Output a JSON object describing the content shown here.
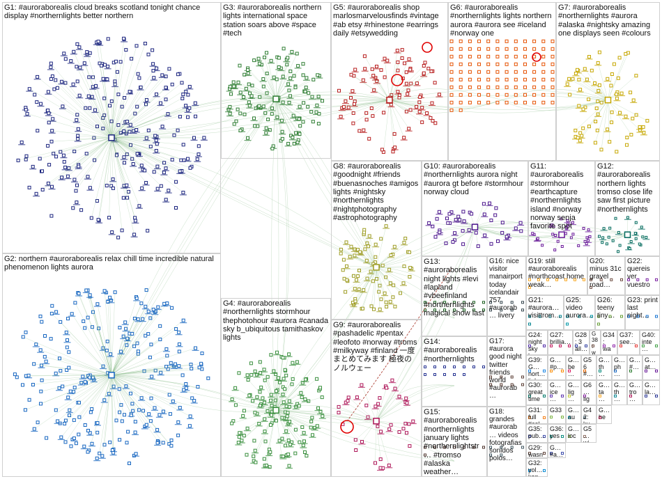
{
  "colors": {
    "edge": "#8fbf8f",
    "border": "#cfcfcf",
    "label": "#111111",
    "highlight": "#e00000"
  },
  "groups": [
    {
      "id": "G1",
      "label": "G1: #aurorab​orealis cloud breaks scotland tonight chance display #northernlights better northern",
      "color": "#1a237e",
      "density": 260,
      "shape": "ellipse"
    },
    {
      "id": "G2",
      "label": "G2: northern #auroraborealis relax chill time incredible natural phenomenon lights aurora",
      "color": "#1565c0",
      "density": 240,
      "shape": "radial"
    },
    {
      "id": "G3",
      "label": "G3: #auroraborealis northern lights international space station soars above #space #tech",
      "color": "#2e7d32",
      "density": 130,
      "shape": "ellipse"
    },
    {
      "id": "G4",
      "label": "G4: #auroraborealis #northernlights stormhour thephotohour #aurora #canada sky b_ubiquitous tamithaskov lights",
      "color": "#388e3c",
      "density": 150,
      "shape": "ellipse"
    },
    {
      "id": "G5",
      "label": "G5: #auroraborealis shop marlosmarvelousfinds #vintage #ab etsy #rhinestone #earrings daily #etsywedding",
      "color": "#b71c1c",
      "density": 90,
      "shape": "ellipse"
    },
    {
      "id": "G6",
      "label": "G6: #auroraborealis #northernlights lights northern aurora #aurora see #iceland #norway one",
      "color": "#e65100",
      "density": 110,
      "shape": "grid"
    },
    {
      "id": "G7",
      "label": "G7: #auroraborealis #northernlights #aurora #alaska #nightsky amazing one displays seen #colours",
      "color": "#c6a700",
      "density": 70,
      "shape": "ellipse"
    },
    {
      "id": "G8",
      "label": "G8: #auroraborealis #goodnight #friends #buenasnoches #amigos lights #nightsky #northernlights #nightphotography #astrophotography",
      "color": "#9e9d24",
      "density": 80,
      "shape": "ellipse"
    },
    {
      "id": "G9",
      "label": "G9: #auroraborealis #pashadelic #pentax #leofoto #norway #troms #milkyway #finland 一度まとめてみます 極夜のノルウェー",
      "color": "#ad1457",
      "density": 40,
      "shape": "ellipse"
    },
    {
      "id": "G10",
      "label": "G10: #auroraborealis #northernlights aurora night #aurora gt before #stormhour norway cloud",
      "color": "#4a148c",
      "density": 45,
      "shape": "ellipse"
    },
    {
      "id": "G11",
      "label": "G11: #auroraborealis #stormhour #earthcapture #northernlights island #norway norway senja favorite spot",
      "color": "#6a1b9a",
      "density": 30,
      "shape": "ellipse"
    },
    {
      "id": "G12",
      "label": "G12: #auroraborealis northern lights tromso close life saw first picture #northernlights",
      "color": "#00695c",
      "density": 25,
      "shape": "ellipse"
    },
    {
      "id": "G13",
      "label": "G13: #auroraborealis night lights #levi #lapland #vbeefinland #northernlights magical show last",
      "color": "#1b5e20",
      "density": 14,
      "shape": "grid"
    },
    {
      "id": "G14",
      "label": "G14: #auroraborealis #northernlights",
      "color": "#283593",
      "density": 12,
      "shape": "grid"
    },
    {
      "id": "G15",
      "label": "G15: #auroraborealis #northernlights january lights #northernlightstr… #tromso #alaska weather…",
      "color": "#4e342e",
      "density": 8,
      "shape": "grid"
    },
    {
      "id": "G16",
      "label": "G16: nice visitor manairport today icelandair 757 #aurorab… livery",
      "color": "#37474f",
      "density": 8,
      "shape": "grid"
    },
    {
      "id": "G17",
      "label": "G17: #aurora good night twitter friends world #aurorab…",
      "color": "#5d4037",
      "density": 8,
      "shape": "grid"
    },
    {
      "id": "G18",
      "label": "G18: grandes #aurorab… videos fotografias sonidos polos…",
      "color": "#455a64",
      "density": 6,
      "shape": "grid"
    },
    {
      "id": "G19",
      "label": "G19: still #auroraborealis #northcoast home weak…",
      "color": "#f9a825",
      "density": 8,
      "shape": "grid"
    },
    {
      "id": "G20",
      "label": "G20: minus 31c gravel road…",
      "color": "#6d4c41",
      "density": 5,
      "shape": "grid"
    },
    {
      "id": "G21",
      "label": "G21: #aurora… visittrom…",
      "color": "#00838f",
      "density": 5,
      "shape": "grid"
    },
    {
      "id": "G22",
      "label": "G22: quereis ver vuestro",
      "color": "#7b1fa2",
      "density": 4,
      "shape": "grid"
    },
    {
      "id": "G23",
      "label": "G23: print last night…",
      "color": "#1976d2",
      "density": 4,
      "shape": "grid"
    },
    {
      "id": "G24",
      "label": "G24: night sky bea… #se…",
      "color": "#512da8",
      "density": 5,
      "shape": "grid"
    },
    {
      "id": "G25",
      "label": "G25: video aurora…",
      "color": "#0097a7",
      "density": 4,
      "shape": "grid"
    },
    {
      "id": "G26",
      "label": "G26: teeny tiny…",
      "color": "#689f38",
      "density": 4,
      "shape": "grid"
    },
    {
      "id": "G27",
      "label": "G27: brillia…",
      "color": "#c2185b",
      "density": 3,
      "shape": "grid"
    },
    {
      "id": "G28",
      "label": "G28: 3 all…",
      "color": "#303f9f",
      "density": 3,
      "shape": "grid"
    },
    {
      "id": "G29",
      "label": "G29: wasn…",
      "color": "#5d4037",
      "density": 3,
      "shape": "grid"
    },
    {
      "id": "G30",
      "label": "G30: great time…",
      "color": "#00796b",
      "density": 4,
      "shape": "grid"
    },
    {
      "id": "G31",
      "label": "G31: full #col…",
      "color": "#f57f17",
      "density": 3,
      "shape": "grid"
    },
    {
      "id": "G32",
      "label": "G32: yol… kan…",
      "color": "#0288d1",
      "density": 3,
      "shape": "grid"
    },
    {
      "id": "G33",
      "label": "G33",
      "color": "#7cb342",
      "density": 3,
      "shape": "grid"
    },
    {
      "id": "G34",
      "label": "G34: wa…",
      "color": "#8e24aa",
      "density": 3,
      "shape": "grid"
    },
    {
      "id": "G35",
      "label": "G35: pub…",
      "color": "#3949ab",
      "density": 3,
      "shape": "grid"
    },
    {
      "id": "G36",
      "label": "G36: yes…",
      "color": "#00897b",
      "density": 3,
      "shape": "grid"
    },
    {
      "id": "G37",
      "label": "G37: see…",
      "color": "#e53935",
      "density": 3,
      "shape": "grid"
    },
    {
      "id": "G38",
      "label": "G38: wa…",
      "color": "#6d4c41",
      "density": 3,
      "shape": "grid"
    },
    {
      "id": "G39",
      "label": "G39: G… nort… ligh…",
      "color": "#1e88e5",
      "density": 3,
      "shape": "grid"
    },
    {
      "id": "G40",
      "label": "G40: inte…",
      "color": "#43a047",
      "density": 3,
      "shape": "grid"
    },
    {
      "id": "G41",
      "label": "G… #p…",
      "color": "#fb8c00",
      "density": 3,
      "shape": "grid"
    },
    {
      "id": "G42",
      "label": "G42: ku…",
      "color": "#546e7a",
      "density": 3,
      "shape": "grid"
    },
    {
      "id": "G43",
      "label": "G… be…",
      "color": "#d81b60",
      "density": 3,
      "shape": "grid"
    },
    {
      "id": "G44",
      "label": "G… ice…",
      "color": "#5e35b1",
      "density": 3,
      "shape": "grid"
    },
    {
      "id": "G45",
      "label": "G… au…",
      "color": "#00acc1",
      "density": 3,
      "shape": "grid"
    },
    {
      "id": "G46",
      "label": "G… loc…",
      "color": "#7cb342",
      "density": 3,
      "shape": "grid"
    },
    {
      "id": "G47",
      "label": "G5… wi…",
      "color": "#8d6e63",
      "density": 3,
      "shape": "grid"
    },
    {
      "id": "G48",
      "label": "G… #a…",
      "color": "#3949ab",
      "density": 3,
      "shape": "grid"
    },
    {
      "id": "G49",
      "label": "G… lig…",
      "color": "#c0ca33",
      "density": 3,
      "shape": "grid"
    },
    {
      "id": "G50",
      "label": "G… he…",
      "color": "#e91e63",
      "density": 3,
      "shape": "grid"
    },
    {
      "id": "G51",
      "label": "G… th…",
      "color": "#00897b",
      "density": 3,
      "shape": "grid"
    },
    {
      "id": "G52",
      "label": "G56 #…",
      "color": "#ef6c00",
      "density": 3,
      "shape": "grid"
    },
    {
      "id": "G53",
      "label": "G6… lig…",
      "color": "#8e24aa",
      "density": 3,
      "shape": "grid"
    },
    {
      "id": "G54",
      "label": "G… ph…",
      "color": "#1565c0",
      "density": 3,
      "shape": "grid"
    },
    {
      "id": "G55",
      "label": "G… #…",
      "color": "#2e7d32",
      "density": 3,
      "shape": "grid"
    },
    {
      "id": "G56",
      "label": "G… at…",
      "color": "#6a1b9a",
      "density": 3,
      "shape": "grid"
    },
    {
      "id": "G57",
      "label": "G… ta…",
      "color": "#f9a825",
      "density": 3,
      "shape": "grid"
    },
    {
      "id": "G58",
      "label": "G… th…",
      "color": "#00838f",
      "density": 3,
      "shape": "grid"
    },
    {
      "id": "G59",
      "label": "G… tro…",
      "color": "#ad1457",
      "density": 3,
      "shape": "grid"
    },
    {
      "id": "G60",
      "label": "G… la…",
      "color": "#283593",
      "density": 3,
      "shape": "grid"
    }
  ]
}
